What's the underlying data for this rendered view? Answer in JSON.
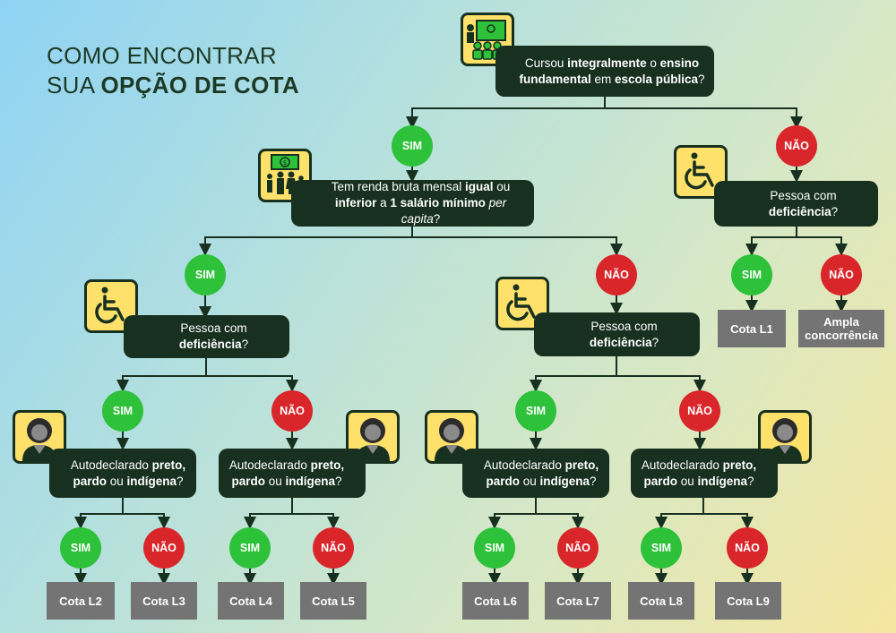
{
  "title": {
    "line1": "COMO ENCONTRAR",
    "line2_normal": "SUA ",
    "line2_bold": "OPÇÃO DE COTA"
  },
  "labels": {
    "sim": "SIM",
    "nao": "NÃO"
  },
  "q_school": {
    "p1": "Cursou ",
    "b1": "integralmente",
    "p2": " o ",
    "b2": "ensino",
    "b3": "fundamental",
    "p3": " em ",
    "b4": "escola pública",
    "p4": "?"
  },
  "q_income": {
    "p1": "Tem renda bruta mensal ",
    "b1": "igual",
    "p2": " ou",
    "b2": "inferior",
    "p3": " a ",
    "b3": "1 salário mínimo",
    "p4": " ",
    "i1": "per capita",
    "p5": "?"
  },
  "q_pcd": {
    "p1": "Pessoa com ",
    "b1": "deficiência",
    "p2": "?"
  },
  "q_race": {
    "p1": "Autodeclarado ",
    "b1": "preto,",
    "b2": "pardo",
    "p2": " ou ",
    "b3": "indígena",
    "p3": "?"
  },
  "results": {
    "l1": "Cota L1",
    "ampla_1": "Ampla",
    "ampla_2": "concorrência",
    "l2": "Cota L2",
    "l3": "Cota L3",
    "l4": "Cota L4",
    "l5": "Cota L5",
    "l6": "Cota L6",
    "l7": "Cota L7",
    "l8": "Cota L8",
    "l9": "Cota L9"
  },
  "icons": [
    "classroom-icon",
    "money-family-icon",
    "wheelchair-icon",
    "person-avatar-icon"
  ],
  "colors": {
    "dark": "#17301f",
    "sim": "#2ec13a",
    "nao": "#d9262b",
    "result": "#747474",
    "icon_bg": "#fde16b"
  }
}
